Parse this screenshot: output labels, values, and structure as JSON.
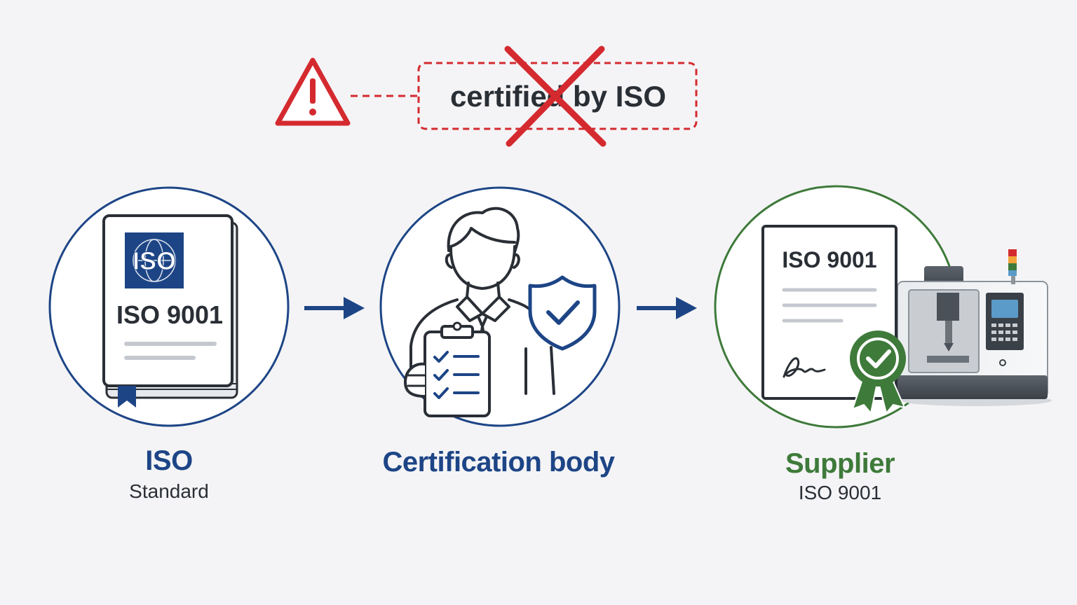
{
  "warning": {
    "crossed_label": "certified by ISO",
    "colors": {
      "warning_red": "#d42a2f",
      "text_dark": "#2a2f36"
    }
  },
  "stages": [
    {
      "title": "ISO",
      "subtitle": "Standard",
      "book_logo": "ISO",
      "book_title": "ISO 9001",
      "ring_color": "#1d4586",
      "title_color": "#1d4586"
    },
    {
      "title": "Certification body",
      "subtitle": "",
      "ring_color": "#1d4586",
      "title_color": "#1d4586"
    },
    {
      "title": "Supplier",
      "subtitle": "ISO 9001",
      "certificate_title": "ISO 9001",
      "ring_color": "#3e7a3a",
      "title_color": "#3e7a3a"
    }
  ],
  "icons": {
    "warning": "warning-triangle-icon",
    "cross": "red-x-icon",
    "book": "iso-standard-book-icon",
    "auditor": "auditor-person-icon",
    "clipboard": "checklist-clipboard-icon",
    "shield": "shield-check-icon",
    "certificate": "certificate-document-icon",
    "rosette": "approval-rosette-icon",
    "machine": "cnc-machine-icon",
    "arrow": "arrow-right-icon"
  }
}
